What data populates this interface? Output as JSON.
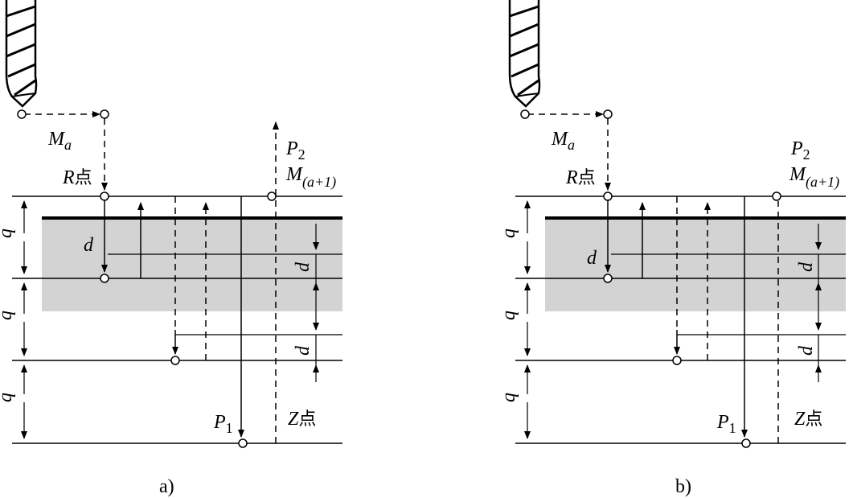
{
  "panels": [
    {
      "id": "a",
      "caption": "a)",
      "labels": {
        "ma_main": "M",
        "ma_sub": "a",
        "r_main": "R",
        "r_cn": "点",
        "p2_main": "P",
        "p2_sub": "2",
        "m1_main": "M",
        "m1_sub": "(a+1)",
        "p1_main": "P",
        "p1_sub": "1",
        "z_main": "Z",
        "z_cn": "点",
        "q1": "q",
        "q2": "q",
        "q3": "q",
        "d_left": "d",
        "d_right1": "d",
        "d_right2": "d"
      }
    },
    {
      "id": "b",
      "caption": "b)",
      "labels": {
        "ma_main": "M",
        "ma_sub": "a",
        "r_main": "R",
        "r_cn": "点",
        "p2_main": "P",
        "p2_sub": "2",
        "m1_main": "M",
        "m1_sub": "(a+1)",
        "p1_main": "P",
        "p1_sub": "1",
        "z_main": "Z",
        "z_cn": "点",
        "q1": "q",
        "q2": "q",
        "q3": "q",
        "d_left": "d",
        "d_right1": "d",
        "d_right2": "d"
      }
    }
  ],
  "colors": {
    "line": "#000000",
    "material": "#d3d3d3",
    "background": "#ffffff"
  }
}
